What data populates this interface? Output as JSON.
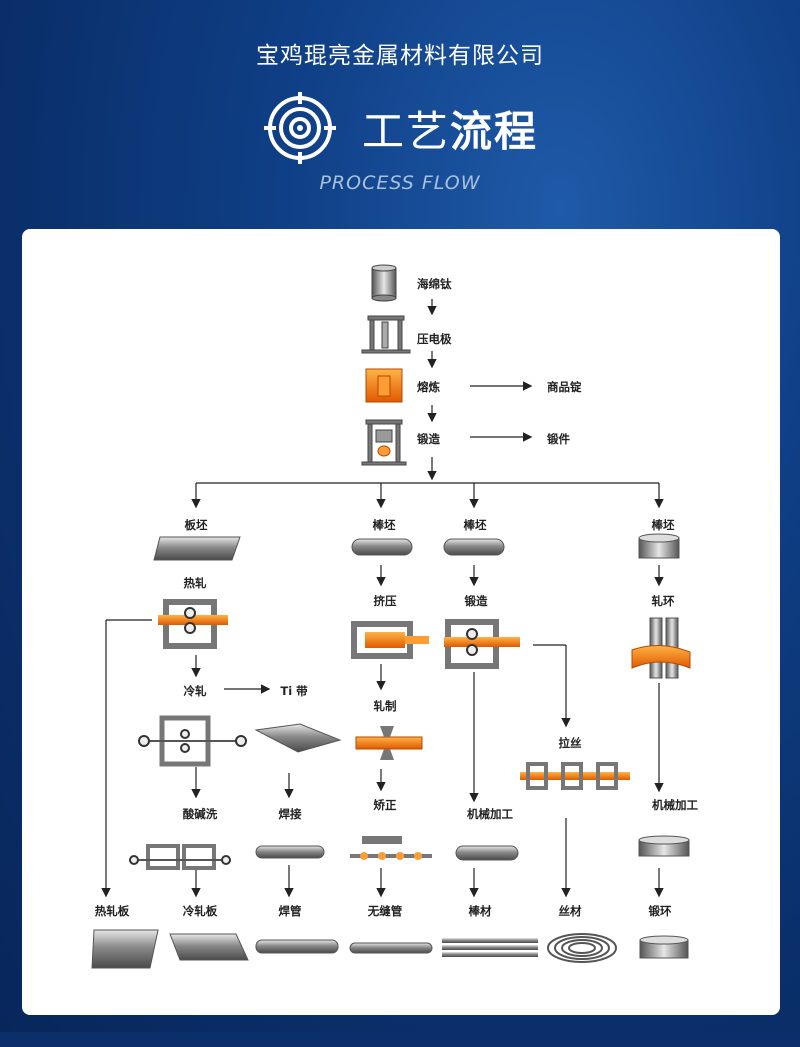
{
  "header": {
    "company": "宝鸡琨亮金属材料有限公司",
    "title_light": "工艺",
    "title_bold": "流程",
    "subtitle": "PROCESS FLOW"
  },
  "flow": {
    "sponge": "海绵钛",
    "electrode": "压电极",
    "melting": "熔炼",
    "ingot": "商品锭",
    "forging": "锻造",
    "forging_product": "锻件",
    "slab": "板坯",
    "bar1": "棒坯",
    "bar2": "棒坯",
    "bar3": "棒坯",
    "hot_roll": "热轧",
    "extrude": "挤压",
    "forge2": "锻造",
    "ring_roll": "轧环",
    "cold_roll": "冷轧",
    "ti_strip": "Ti 带",
    "rolling": "轧制",
    "wire_draw": "拉丝",
    "pickling": "酸碱洗",
    "welding": "焊接",
    "straighten": "矫正",
    "machining1": "机械加工",
    "machining2": "机械加工",
    "hot_plate": "热轧板",
    "cold_plate": "冷轧板",
    "welded_pipe": "焊管",
    "seamless_pipe": "无缝管",
    "bar_stock": "棒材",
    "wire": "丝材",
    "forged_ring": "锻环"
  }
}
